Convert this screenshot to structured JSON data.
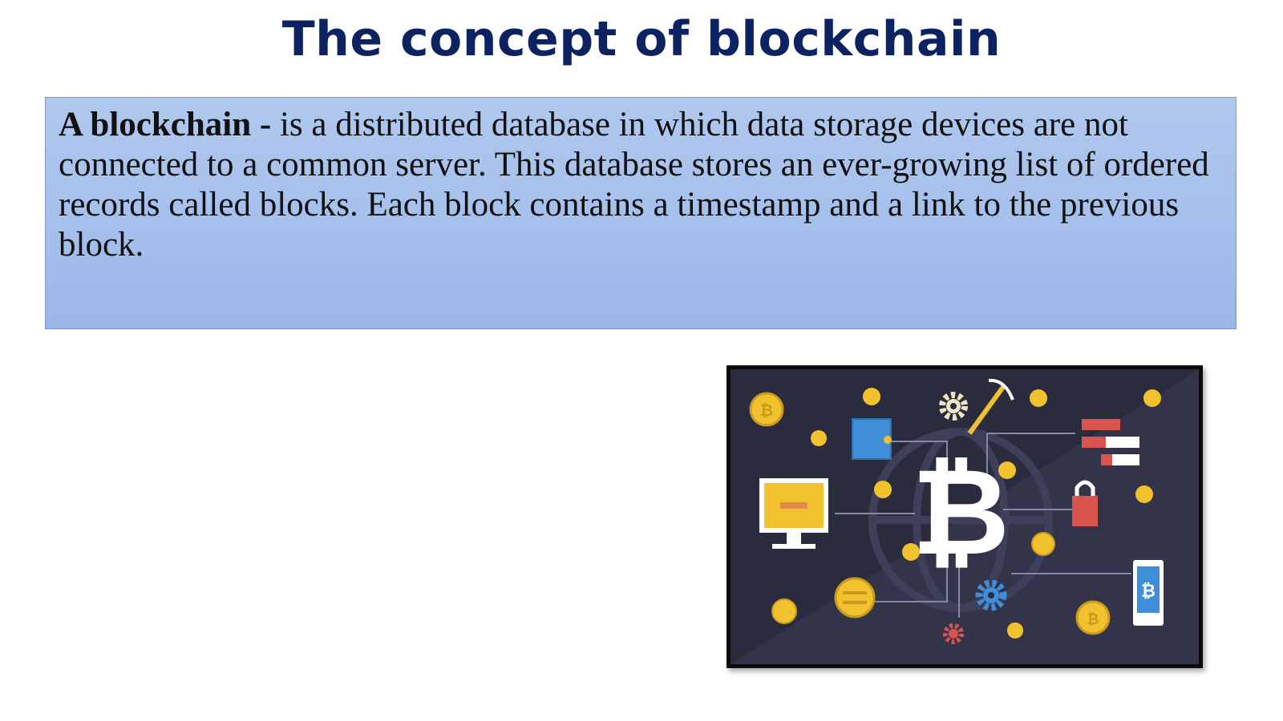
{
  "slide": {
    "title": "The concept of blockchain",
    "definition": {
      "term": "A blockchain",
      "separator": " - ",
      "text": "is a distributed database in which data storage devices are not connected to a common server. This database stores an ever-growing list of ordered records called blocks. Each block contains a timestamp and a link to the previous block."
    },
    "illustration": {
      "central_symbol": "bitcoin-icon",
      "icons": [
        "coin-icon",
        "wallet-icon",
        "gear-icon",
        "pickaxe-icon",
        "monitor-icon",
        "lock-icon",
        "smartphone-icon",
        "server-rack-icon"
      ],
      "colors": {
        "background": "#2a2b3d",
        "coin": "#f2c12e",
        "wallet": "#3f8fd8",
        "lock": "#d9534f",
        "network_line": "#7f8aa6"
      }
    }
  }
}
